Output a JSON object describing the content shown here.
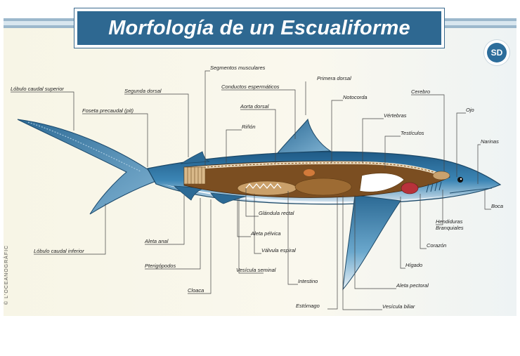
{
  "title": "Morfología de un Escualiforme",
  "logo_text": "SD",
  "copyright": "© L'OCEANOGRÀFIC",
  "colors": {
    "title_bg": "#2e6891",
    "shark_body": "#2c6a95",
    "shark_belly": "#eef3f6",
    "organs": "#8a5a24"
  },
  "labels": {
    "lobulo_caudal_superior": "Lóbulo caudal superior",
    "foseta_precaudal": "Foseta precaudal (pit)",
    "segunda_dorsal": "Segunda dorsal",
    "segmentos_musculares": "Segmentos musculares",
    "conductos_espermaticos": "Conductos espermáticos",
    "primera_dorsal": "Primera dorsal",
    "aorta_dorsal": "Aorta dorsal",
    "notocorda": "Notocorda",
    "rinon": "Riñón",
    "vertebras": "Vértebras",
    "cerebro": "Cerebro",
    "testiculos": "Testículos",
    "ojo": "Ojo",
    "narinas": "Narinas",
    "boca": "Boca",
    "hendiduras_1": "Hendiduras",
    "hendiduras_2": "Branquiales",
    "corazon": "Corazón",
    "higado": "Hígado",
    "aleta_pectoral": "Aleta pectoral",
    "vesicula_biliar": "Vesícula biliar",
    "estomago": "Estómago",
    "intestino": "Intestino",
    "vesicula_seminal": "Vesícula seminal",
    "valvula_espiral": "Válvula espiral",
    "aleta_pelvica": "Aleta pélvica",
    "glandula_rectal": "Glándula rectal",
    "cloaca": "Cloaca",
    "pterigopodos": "Pterigópodos",
    "aleta_anal": "Aleta anal",
    "lobulo_caudal_inferior": "Lóbulo caudal inferior"
  }
}
